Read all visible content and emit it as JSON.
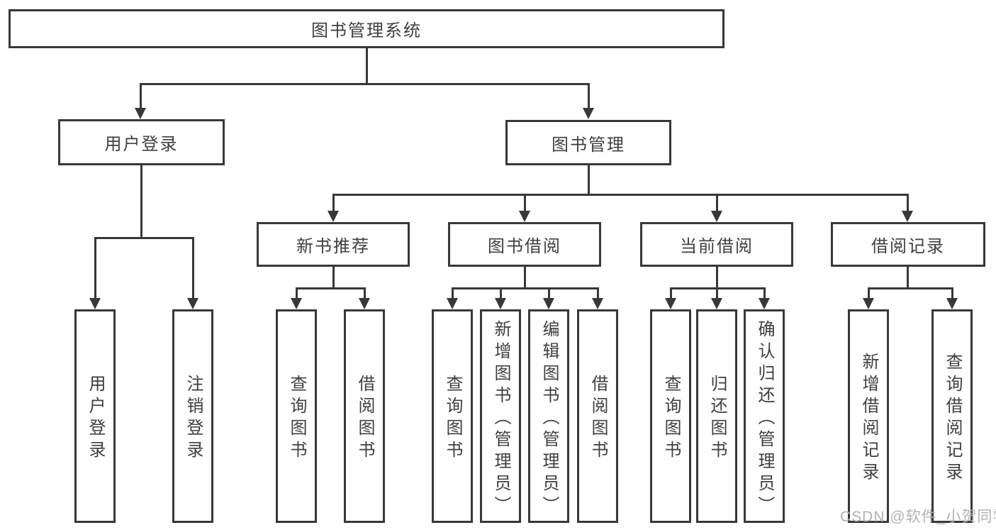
{
  "nodes": {
    "root": "图书管理系统",
    "level2": [
      "用户登录",
      "图书管理"
    ],
    "level3": [
      "新书推荐",
      "图书借阅",
      "当前借阅",
      "借阅记录"
    ],
    "level4": [
      "用户登录",
      "注销登录",
      "查询图书",
      "借阅图书",
      "查询图书",
      "新增图书（管理员）",
      "编辑图书（管理员）",
      "借阅图书",
      "查询图书",
      "归还图书",
      "确认归还（管理员）",
      "新增借阅记录",
      "查询借阅记录"
    ]
  },
  "watermark": "CSDN @软件_小贺同学",
  "colors": {
    "line": "#383838",
    "text": "#3f3f3f",
    "watermark": "#b2b2b2",
    "background": "#ffffff"
  }
}
